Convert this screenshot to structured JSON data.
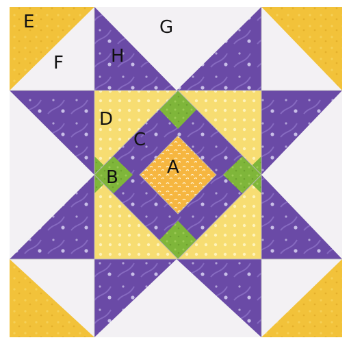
{
  "labels": {
    "A": "A",
    "B": "B",
    "C": "C",
    "D": "D",
    "E": "E",
    "F": "F",
    "G": "G",
    "H": "H"
  },
  "colors": {
    "background_white": "#f3f1f4",
    "corner_gold": "#f2c23a",
    "star_purple": "#6a4aa6",
    "center_yellow": "#f7dd72",
    "center_orange": "#f6b640",
    "accent_green": "#7fb63a",
    "seam_line": "#b9b7bd"
  },
  "icons": {
    "quilt": "quilt-block-illustration"
  }
}
